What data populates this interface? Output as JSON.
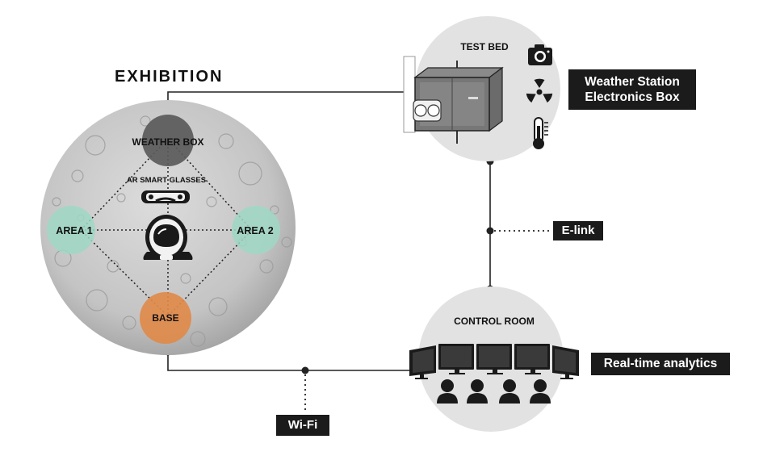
{
  "exhibition": {
    "title": "EXHIBITION",
    "weather_box": "WEATHER BOX",
    "ar_glasses": "AR SMART GLASSES",
    "area1": "AREA 1",
    "area2": "AREA 2",
    "base": "BASE"
  },
  "test_bed": {
    "title": "TEST BED",
    "label_line1": "Weather Station",
    "label_line2": "Electronics Box",
    "icons": [
      "camera-icon",
      "radiation-icon",
      "thermometer-icon"
    ]
  },
  "control_room": {
    "title": "CONTROL ROOM",
    "label": "Real-time analytics",
    "monitor_count": 5,
    "operator_count": 4
  },
  "links": {
    "elink": "E-link",
    "wifi": "Wi-Fi"
  },
  "colors": {
    "weather_box": "#5a5a5a",
    "areas": "#9fd8c4",
    "base": "#e08a4a",
    "moon": "#c8c8c8",
    "node_circle": "#e2e2e2",
    "label_bg": "#1b1b1b"
  }
}
